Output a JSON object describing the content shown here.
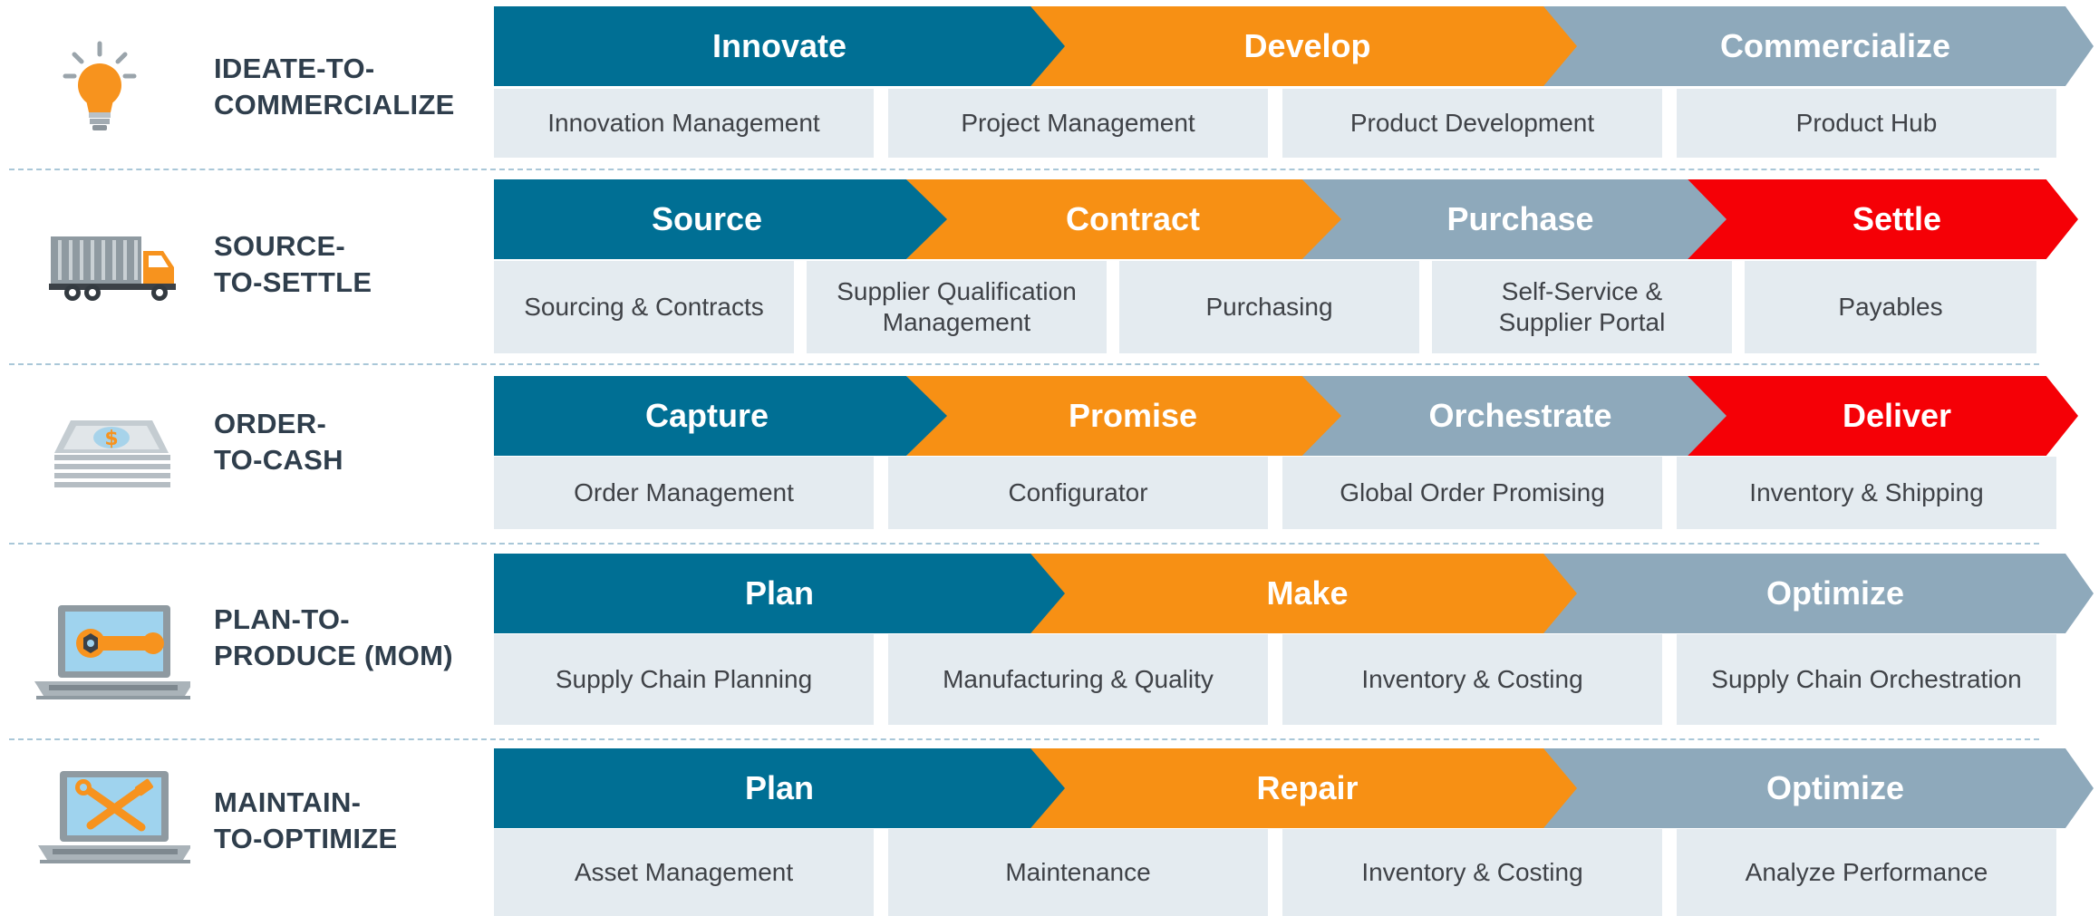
{
  "colors": {
    "blue": "#006f94",
    "orange": "#f79014",
    "gray": "#8ea9bb",
    "red": "#f50006",
    "box": "#e4ebf0",
    "title": "#2f3e4c",
    "box_text": "#3f4247"
  },
  "rows": [
    {
      "icon": "lightbulb-icon",
      "title_lines": [
        "IDEATE-TO-",
        "COMMERCIALIZE"
      ],
      "stages": [
        "Innovate",
        "Develop",
        "Commercialize"
      ],
      "boxes": [
        "Innovation Management",
        "Project Management",
        "Product Development",
        "Product Hub"
      ]
    },
    {
      "icon": "truck-icon",
      "title_lines": [
        "SOURCE-",
        "TO-SETTLE"
      ],
      "stages": [
        "Source",
        "Contract",
        "Purchase",
        "Settle"
      ],
      "boxes": [
        "Sourcing & Contracts",
        "Supplier Qualification\nManagement",
        "Purchasing",
        "Self-Service &\nSupplier Portal",
        "Payables"
      ]
    },
    {
      "icon": "cash-stack-icon",
      "title_lines": [
        "ORDER-",
        "TO-CASH"
      ],
      "stages": [
        "Capture",
        "Promise",
        "Orchestrate",
        "Deliver"
      ],
      "boxes": [
        "Order Management",
        "Configurator",
        "Global Order Promising",
        "Inventory & Shipping"
      ]
    },
    {
      "icon": "laptop-wrench-icon",
      "title_lines": [
        "PLAN-TO-",
        "PRODUCE (MOM)"
      ],
      "stages": [
        "Plan",
        "Make",
        "Optimize"
      ],
      "boxes": [
        "Supply Chain Planning",
        "Manufacturing & Quality",
        "Inventory & Costing",
        "Supply Chain Orchestration"
      ]
    },
    {
      "icon": "laptop-tools-icon",
      "title_lines": [
        "MAINTAIN-",
        "TO-OPTIMIZE"
      ],
      "stages": [
        "Plan",
        "Repair",
        "Optimize"
      ],
      "boxes": [
        "Asset Management",
        "Maintenance",
        "Inventory & Costing",
        "Analyze Performance"
      ]
    }
  ]
}
